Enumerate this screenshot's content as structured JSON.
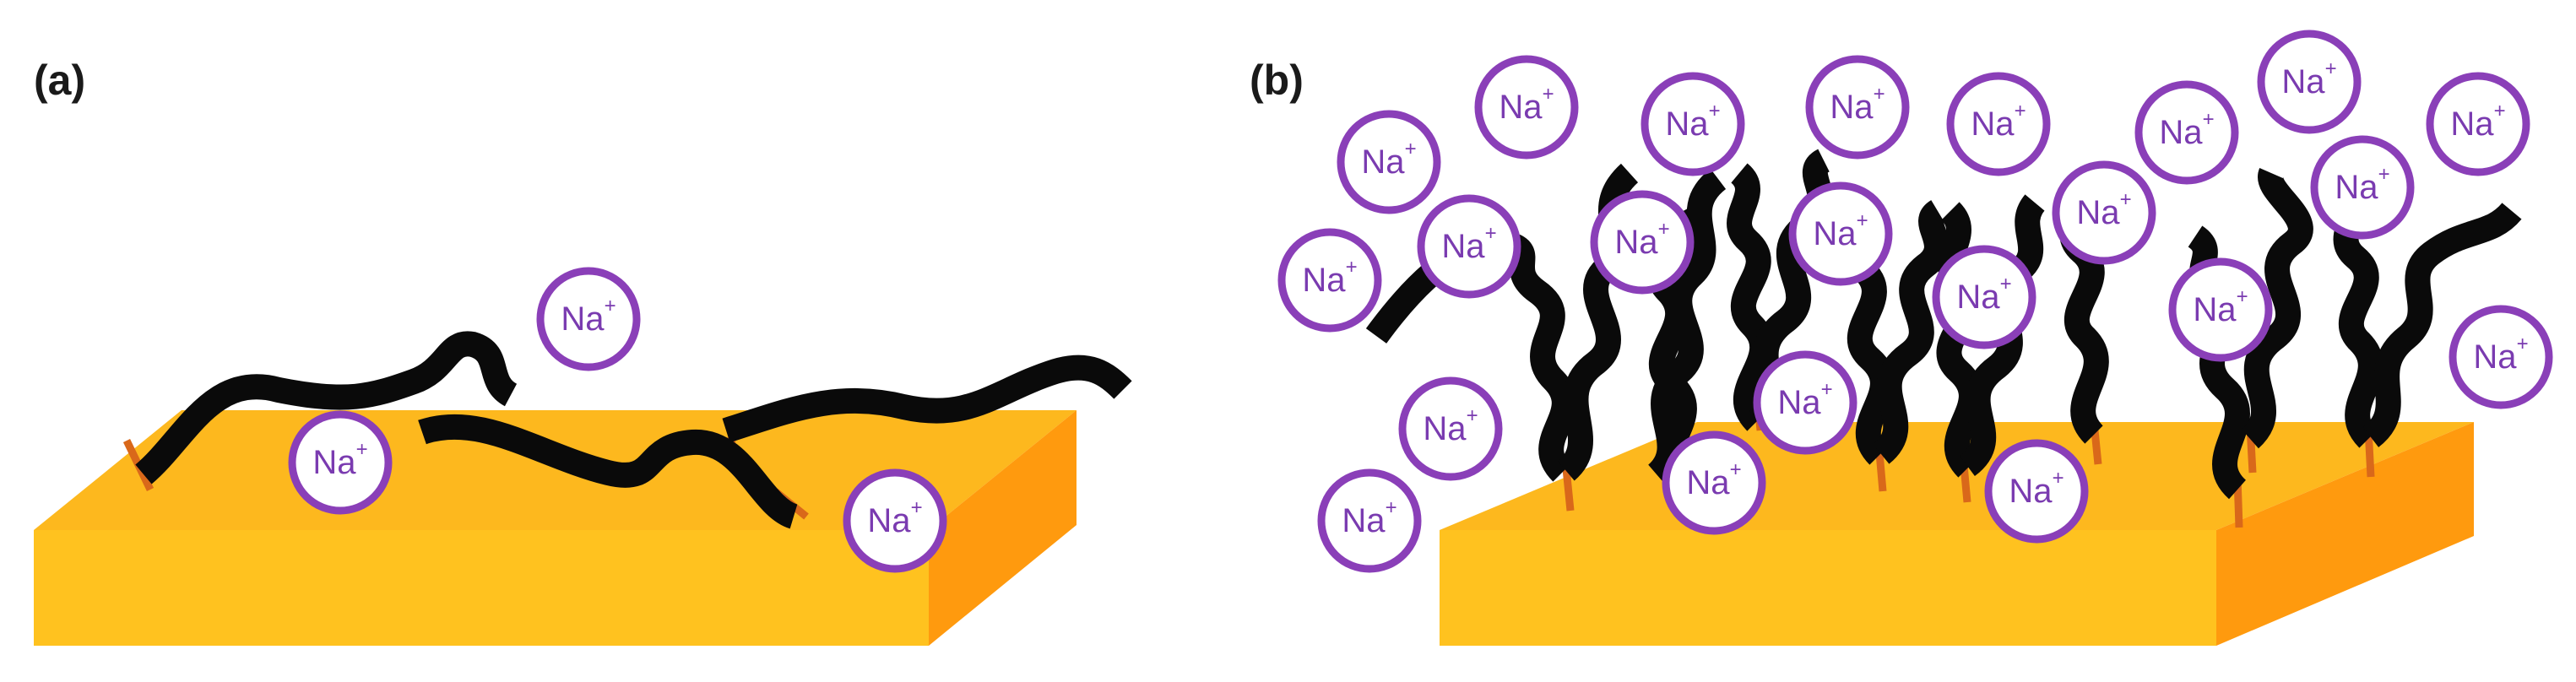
{
  "panels": [
    {
      "id": "a",
      "label": "(a)"
    },
    {
      "id": "b",
      "label": "(b)"
    }
  ],
  "ion": {
    "symbol": "Na",
    "charge": "+"
  },
  "colors": {
    "slab_top": "#fdb81e",
    "slab_front": "#ffc21f",
    "slab_side": "#ff9a0e",
    "chain": "#0a0a0a",
    "anchor": "#d9681a",
    "ion_ring": "#8a3fb8",
    "ion_text": "#7a3bb0"
  }
}
